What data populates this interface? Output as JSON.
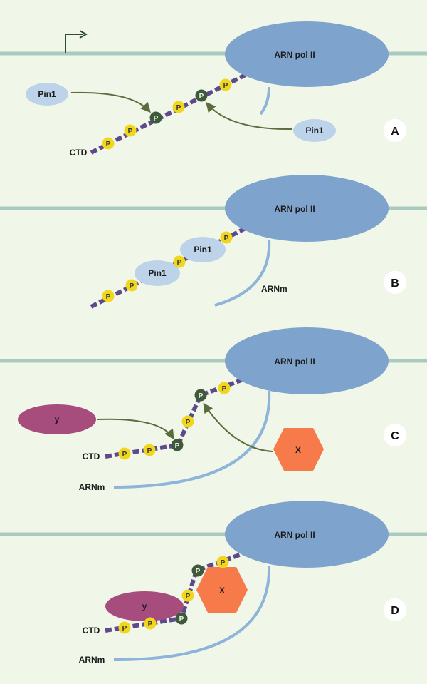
{
  "labels": {
    "polymerase": "ARN pol II",
    "pin1": "Pin1",
    "ctd": "CTD",
    "mrna": "ARNm",
    "phospho": "P",
    "protein_x": "X",
    "protein_y": "y"
  },
  "panels": [
    "A",
    "B",
    "C",
    "D"
  ],
  "colors": {
    "background": "#f1f7e8",
    "dna": "#a9cbbf",
    "polymerase": "#7ea3cc",
    "pin1": "#bcd3ea",
    "ctd": "#5d4a8c",
    "phospho_yellow": "#f0d61c",
    "phospho_dark": "#3f5a38",
    "arrow": "#5b6d3e",
    "mrna": "#8fb4da",
    "protein_x": "#f77a4b",
    "protein_y": "#a64d7e",
    "panel_circle": "#ffffff"
  }
}
